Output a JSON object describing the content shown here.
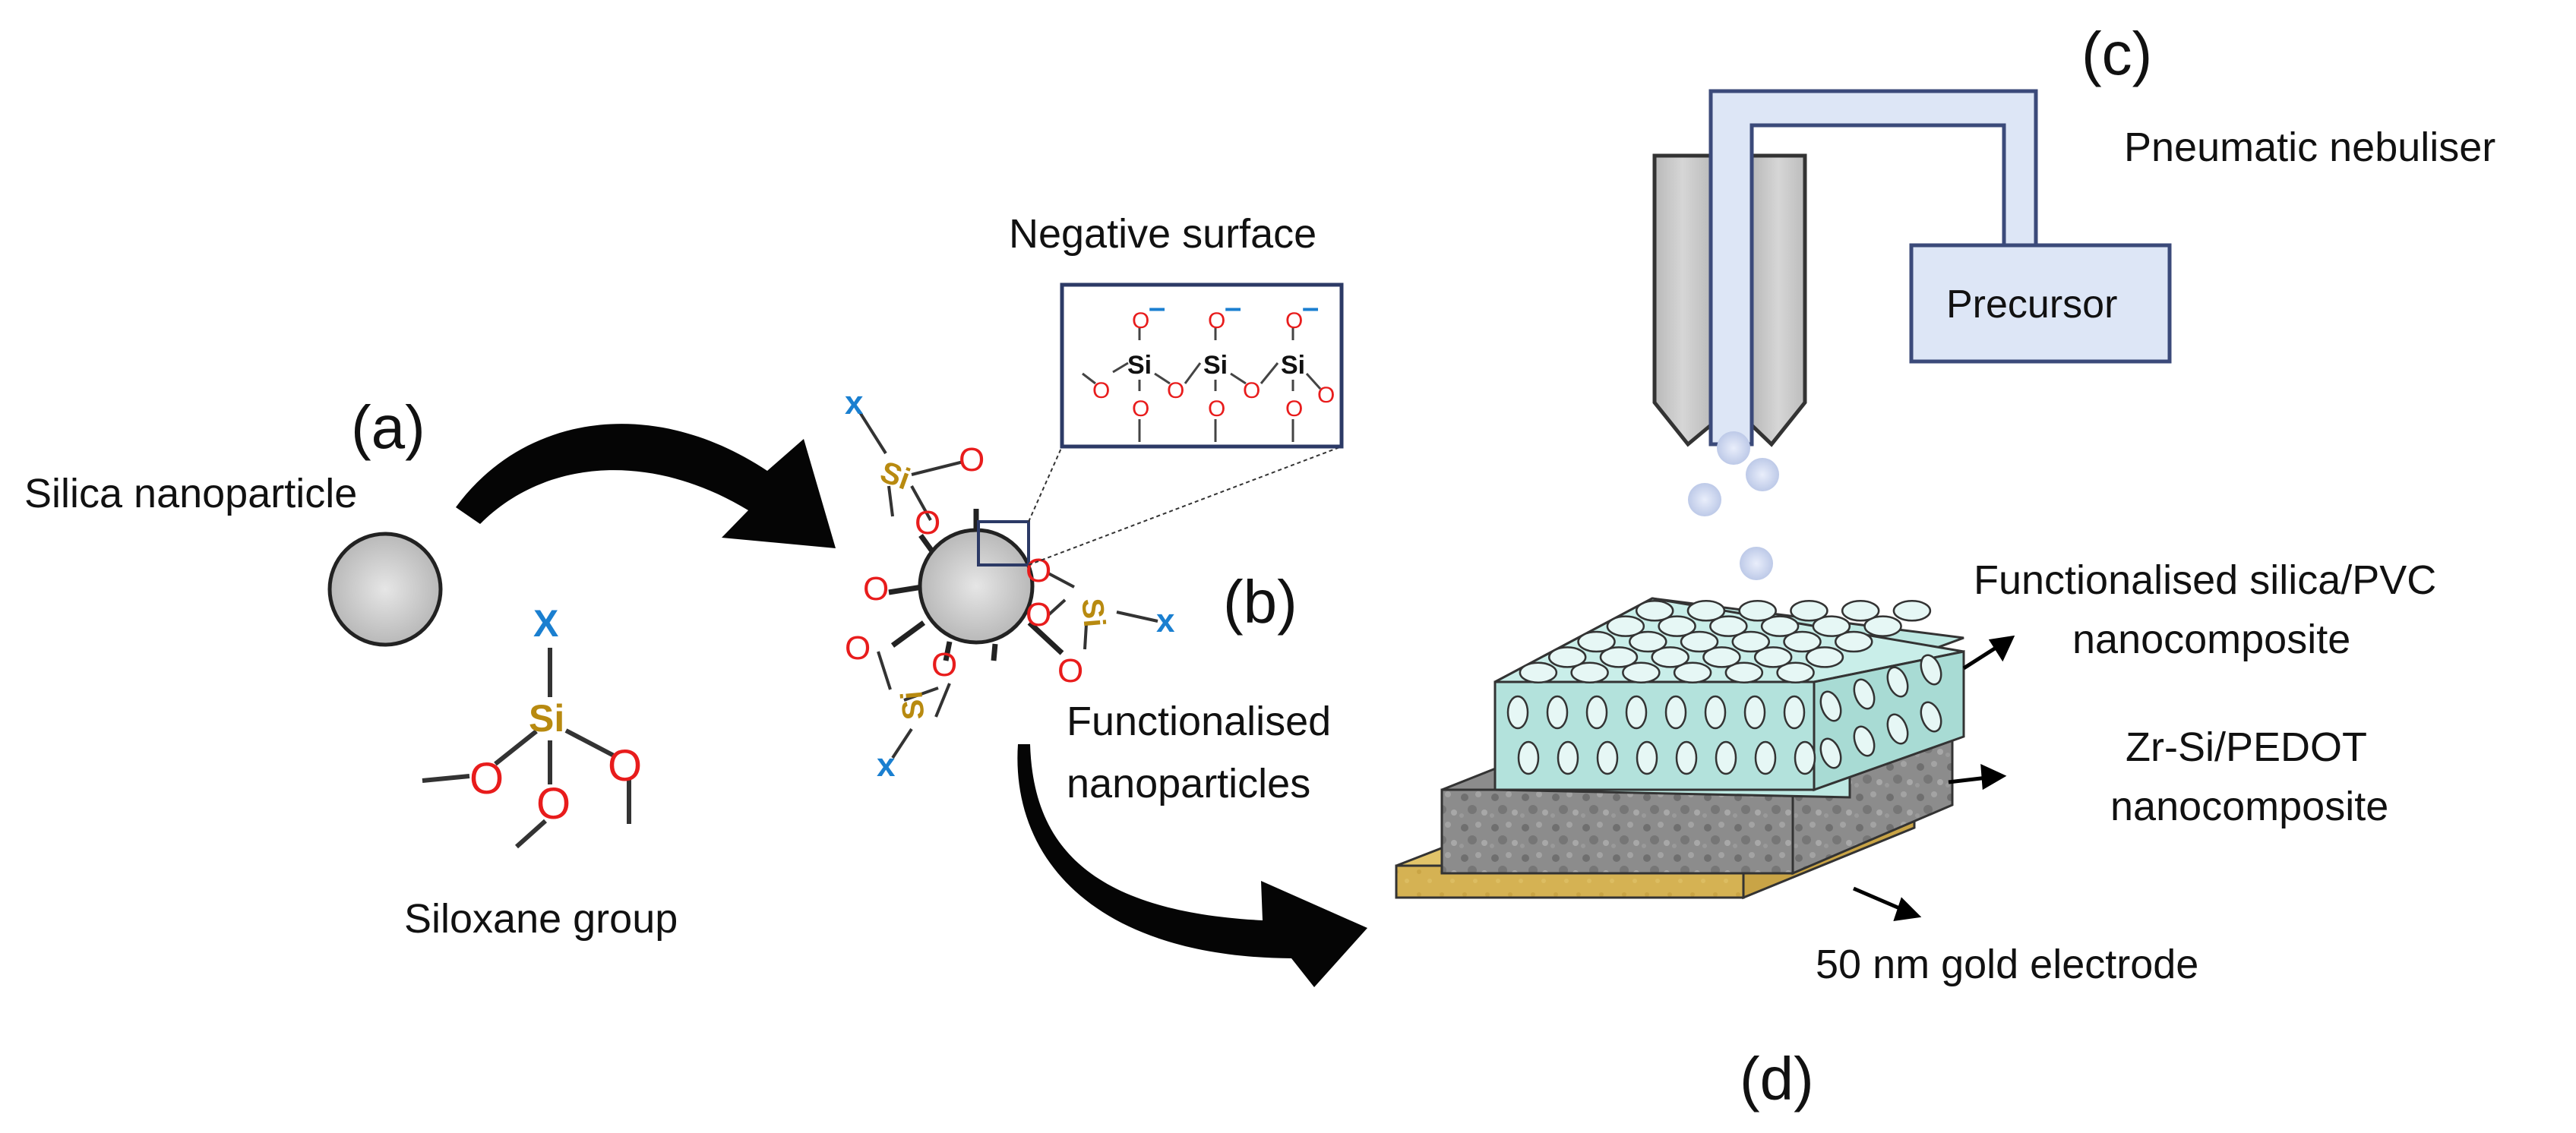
{
  "labels": {
    "a": "(a)",
    "b": "(b)",
    "c": "(c)",
    "d": "(d)",
    "silica_nanoparticle": "Silica nanoparticle",
    "siloxane_group": "Siloxane group",
    "negative_surface": "Negative surface",
    "functionalised_line1": "Functionalised",
    "functionalised_line2": "nanoparticles",
    "pneumatic_nebuliser": "Pneumatic nebuliser",
    "precursor": "Precursor",
    "silica_pvc_line1": "Functionalised silica/PVC",
    "silica_pvc_line2": "nanocomposite",
    "zr_si_line1": "Zr-Si/PEDOT",
    "zr_si_line2": "nanocomposite",
    "gold_electrode": "50 nm gold electrode"
  },
  "atoms": {
    "oxygen": "O",
    "silicon": "Si",
    "group": "X",
    "group_small": "x",
    "charge": "–"
  },
  "colors": {
    "oxygen": "#e81c1c",
    "silicon": "#b88a10",
    "group": "#1a7fd0",
    "nanoparticle": "#c8c8c8",
    "nebuliser_fill": "#dde6f6",
    "nebuliser_stroke": "#3b4a7a",
    "nozzle": "#c9c9c9",
    "pvc_layer": "#b8e6e0",
    "pedot_layer": "#8a8a8a",
    "gold": "#d8b556"
  }
}
